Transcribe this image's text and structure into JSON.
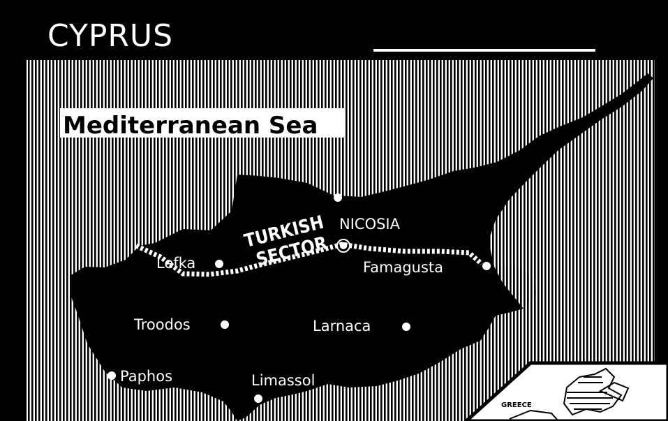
{
  "map": {
    "title": "CYPRUS",
    "sea_label": "Mediterranean Sea",
    "sector_label_line1": "TURKISH",
    "sector_label_line2": "SECTOR",
    "cities": {
      "nicosia": "NICOSIA",
      "lefka": "Lefka",
      "famagusta": "Famagusta",
      "troodos": "Troodos",
      "larnaca": "Larnaca",
      "paphos": "Paphos",
      "limassol": "Limassol"
    },
    "inset": {
      "label": "GREECE"
    }
  },
  "colors": {
    "land": "#000000",
    "sea_stripes": "#000000",
    "frame": "#000000",
    "text_on_land": "#ffffff"
  }
}
